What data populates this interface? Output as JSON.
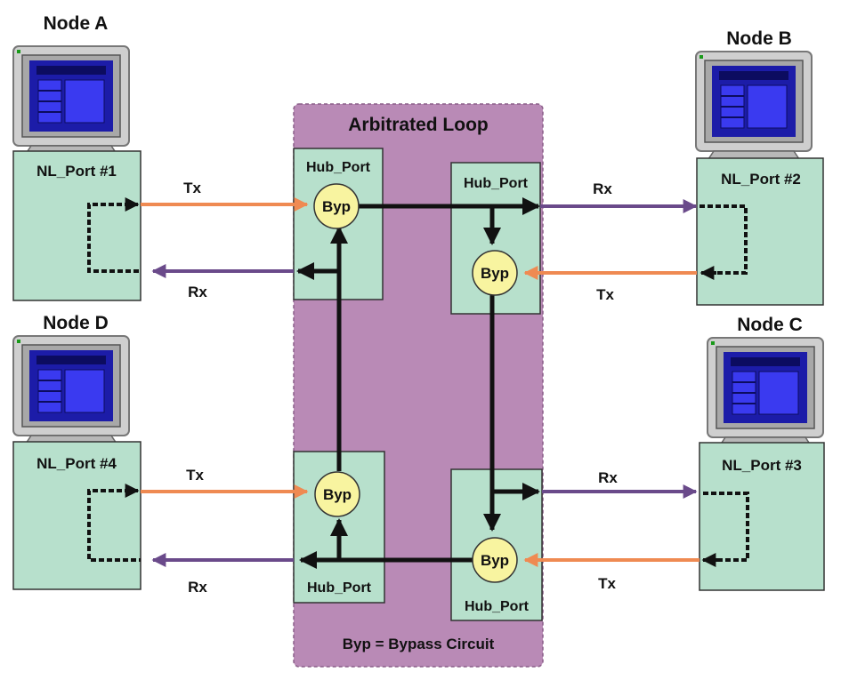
{
  "diagram": {
    "loop_title": "Arbitrated Loop",
    "legend": "Byp = Bypass Circuit",
    "bypass_label": "Byp",
    "hub_port_label": "Hub_Port",
    "nodes": [
      {
        "name": "Node A",
        "port": "NL_Port #1",
        "tx": "Tx",
        "rx": "Rx"
      },
      {
        "name": "Node B",
        "port": "NL_Port #2",
        "tx": "Tx",
        "rx": "Rx"
      },
      {
        "name": "Node C",
        "port": "NL_Port #3",
        "tx": "Tx",
        "rx": "Rx"
      },
      {
        "name": "Node D",
        "port": "NL_Port #4",
        "tx": "Tx",
        "rx": "Rx"
      }
    ]
  },
  "colors": {
    "loop_fill": "#b98ab6",
    "port_fill": "#b7e0cc",
    "bypass_fill": "#f8f4a0",
    "tx_line": "#ef8a52",
    "rx_line": "#6a4a8a",
    "loop_line": "#111111",
    "monitor_screen": "#1c1ca8",
    "monitor_body": "#c9c9c9"
  }
}
